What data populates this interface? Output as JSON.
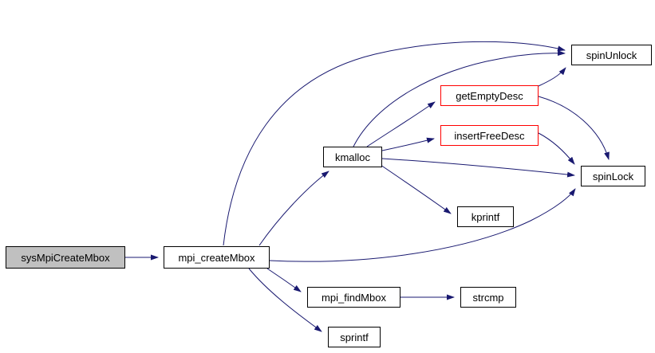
{
  "diagram": {
    "type": "call-graph",
    "nodes": [
      {
        "id": "sysMpiCreateMbox",
        "label": "sysMpiCreateMbox",
        "role": "current-function",
        "fill": "#c0c0c0",
        "border": "#000000"
      },
      {
        "id": "mpi_createMbox",
        "label": "mpi_createMbox",
        "role": "called-function",
        "fill": "#ffffff",
        "border": "#000000"
      },
      {
        "id": "kmalloc",
        "label": "kmalloc",
        "role": "called-function",
        "fill": "#ffffff",
        "border": "#000000"
      },
      {
        "id": "getEmptyDesc",
        "label": "getEmptyDesc",
        "role": "called-function-truncated",
        "fill": "#ffffff",
        "border": "#ff0000"
      },
      {
        "id": "insertFreeDesc",
        "label": "insertFreeDesc",
        "role": "called-function-truncated",
        "fill": "#ffffff",
        "border": "#ff0000"
      },
      {
        "id": "spinUnlock",
        "label": "spinUnlock",
        "role": "called-function",
        "fill": "#ffffff",
        "border": "#000000"
      },
      {
        "id": "spinLock",
        "label": "spinLock",
        "role": "called-function",
        "fill": "#ffffff",
        "border": "#000000"
      },
      {
        "id": "kprintf",
        "label": "kprintf",
        "role": "called-function",
        "fill": "#ffffff",
        "border": "#000000"
      },
      {
        "id": "mpi_findMbox",
        "label": "mpi_findMbox",
        "role": "called-function",
        "fill": "#ffffff",
        "border": "#000000"
      },
      {
        "id": "strcmp",
        "label": "strcmp",
        "role": "called-function",
        "fill": "#ffffff",
        "border": "#000000"
      },
      {
        "id": "sprintf",
        "label": "sprintf",
        "role": "called-function",
        "fill": "#ffffff",
        "border": "#000000"
      }
    ],
    "edges": [
      {
        "from": "sysMpiCreateMbox",
        "to": "mpi_createMbox"
      },
      {
        "from": "mpi_createMbox",
        "to": "kmalloc"
      },
      {
        "from": "mpi_createMbox",
        "to": "spinUnlock"
      },
      {
        "from": "mpi_createMbox",
        "to": "spinLock"
      },
      {
        "from": "mpi_createMbox",
        "to": "mpi_findMbox"
      },
      {
        "from": "mpi_createMbox",
        "to": "sprintf"
      },
      {
        "from": "kmalloc",
        "to": "getEmptyDesc"
      },
      {
        "from": "kmalloc",
        "to": "insertFreeDesc"
      },
      {
        "from": "kmalloc",
        "to": "spinUnlock"
      },
      {
        "from": "kmalloc",
        "to": "spinLock"
      },
      {
        "from": "kmalloc",
        "to": "kprintf"
      },
      {
        "from": "getEmptyDesc",
        "to": "spinUnlock"
      },
      {
        "from": "getEmptyDesc",
        "to": "spinLock"
      },
      {
        "from": "insertFreeDesc",
        "to": "spinLock"
      },
      {
        "from": "mpi_findMbox",
        "to": "strcmp"
      }
    ],
    "colors": {
      "edge": "#191970",
      "truncated_border": "#ff0000",
      "current_fill": "#c0c0c0",
      "node_fill": "#ffffff",
      "text": "#000000"
    }
  }
}
